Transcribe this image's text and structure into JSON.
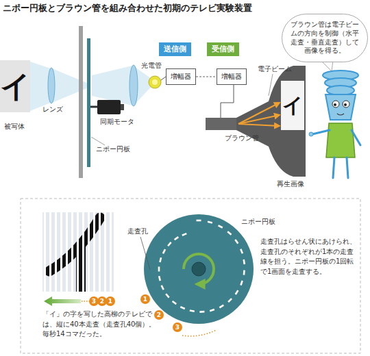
{
  "diagram": {
    "title": "ニポー円板とブラウン管を組み合わせた初期のテレビ実験装置",
    "nodes": [
      {
        "text": [
          "イ",
          "被写体"
        ]
      },
      {
        "text": [
          "増幅器"
        ]
      },
      {
        "text": [
          "増幅器"
        ]
      },
      {
        "text": [
          "イ"
        ]
      },
      {
        "text": [
          "ブラウン管は電子ビームの方向を制御（水平走査・垂直走査）して画像を得る。"
        ]
      },
      {
        "text": [
          "送信側"
        ]
      },
      {
        "text": [
          "受信側"
        ]
      }
    ],
    "edges": [
      {
        "from": 1,
        "to": 2,
        "arrow": "none"
      }
    ],
    "labels": [
      "レンズ",
      "同期モータ",
      "ニポー円板",
      "光電管",
      "電子ビーム",
      "ブラウン管",
      "再生画像",
      "走査孔",
      "ニポー円板",
      "1",
      "2",
      "3",
      "3",
      "2",
      "1",
      "「イ」の字を写した高柳のテレビでは、縦に40本走査（走査孔40個）。毎秒14コマだった。",
      "走査孔はらせん状にあけられ、走査孔のそれぞれが1本の走査線を担う。ニポー円板の1回転で1画面を走査する。"
    ]
  }
}
